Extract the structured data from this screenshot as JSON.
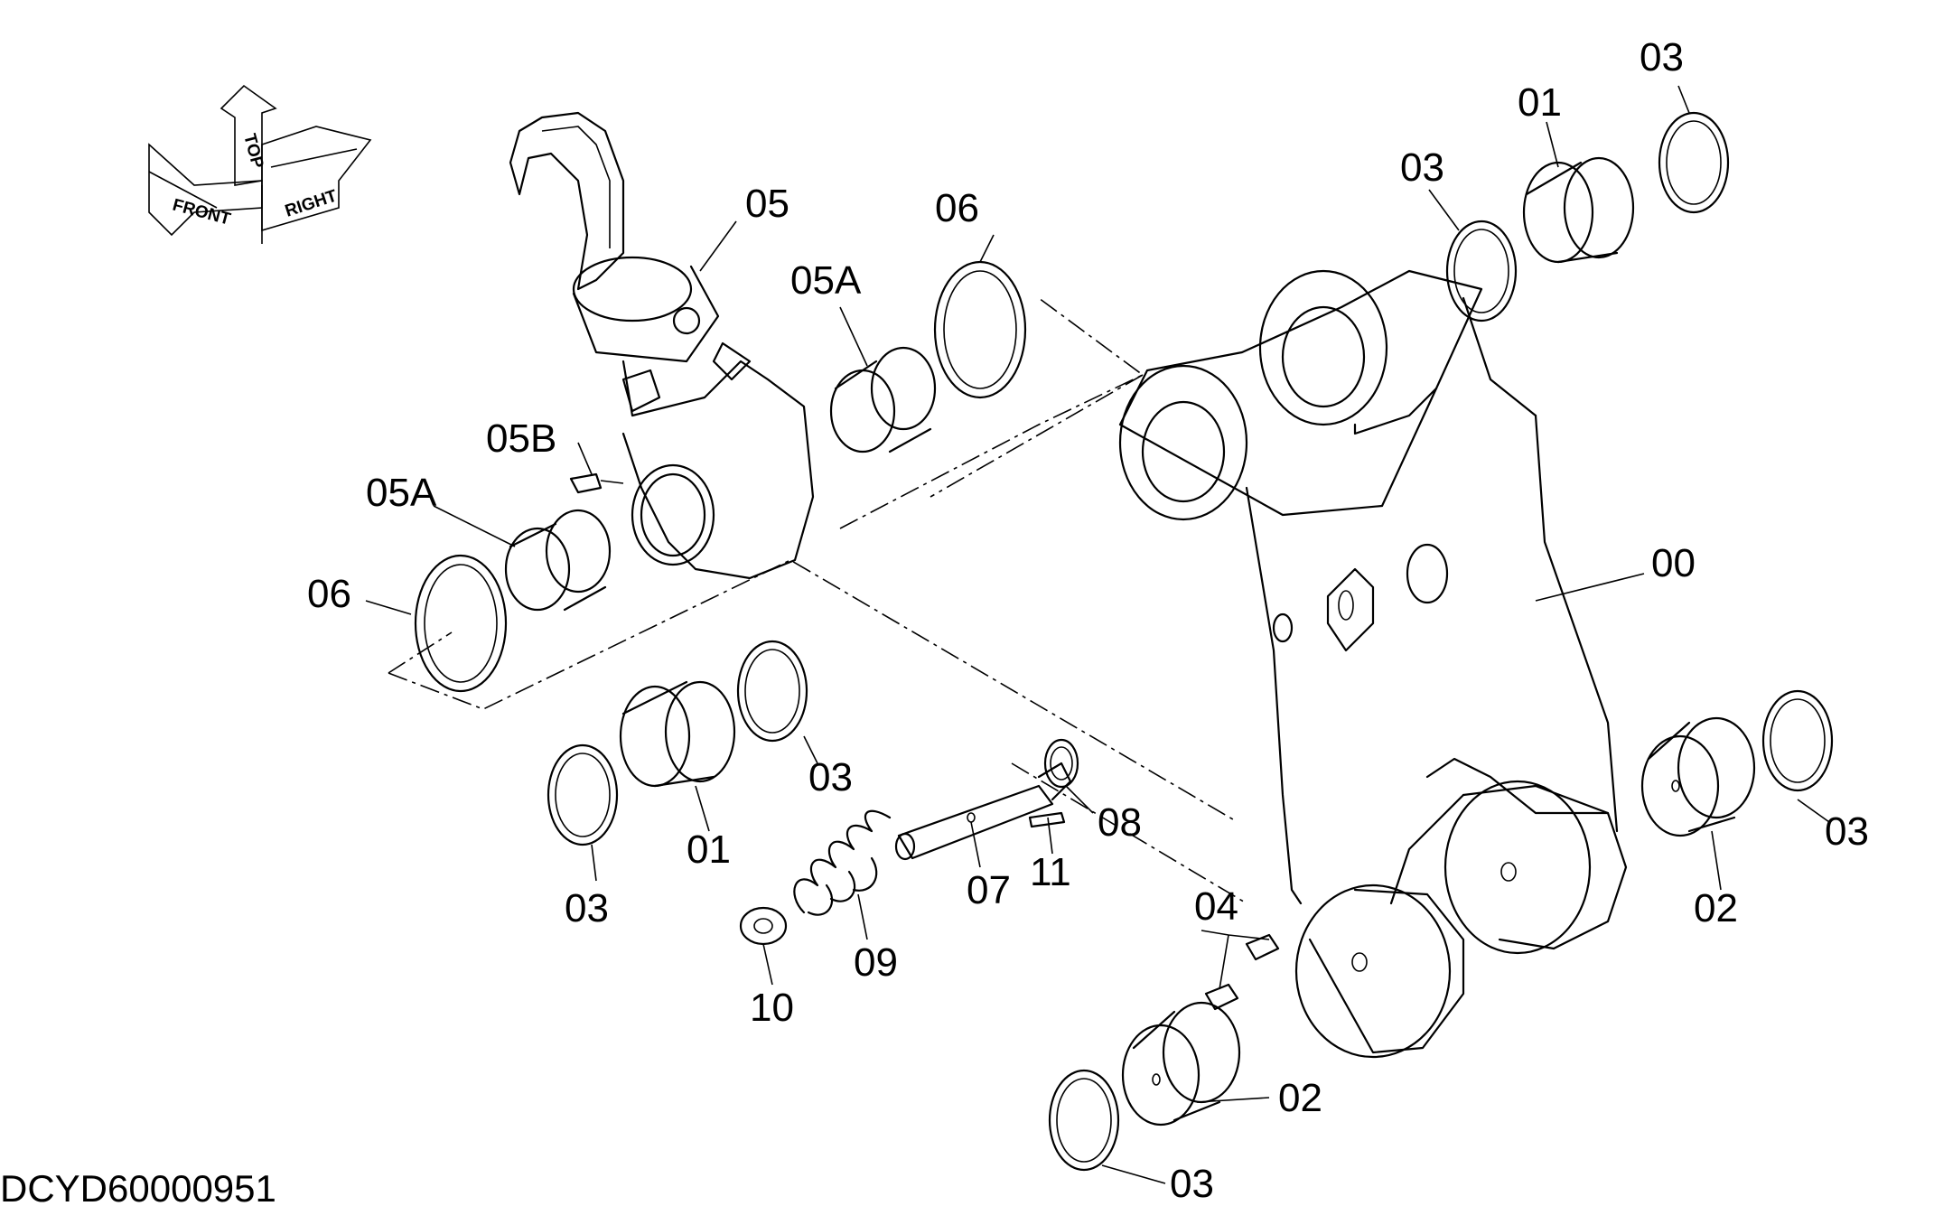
{
  "drawing_code": "DCYD60000951",
  "orientation": {
    "front": "FRONT",
    "top": "TOP",
    "right": "RIGHT"
  },
  "callouts": {
    "c00": "00",
    "c01a": "01",
    "c01b": "01",
    "c02a": "02",
    "c02b": "02",
    "c03a": "03",
    "c03b": "03",
    "c03c": "03",
    "c03d": "03",
    "c03e": "03",
    "c03f": "03",
    "c04": "04",
    "c05": "05",
    "c05a_top": "05A",
    "c05a_left": "05A",
    "c05b": "05B",
    "c06a": "06",
    "c06b": "06",
    "c07": "07",
    "c08": "08",
    "c09": "09",
    "c10": "10",
    "c11": "11"
  }
}
